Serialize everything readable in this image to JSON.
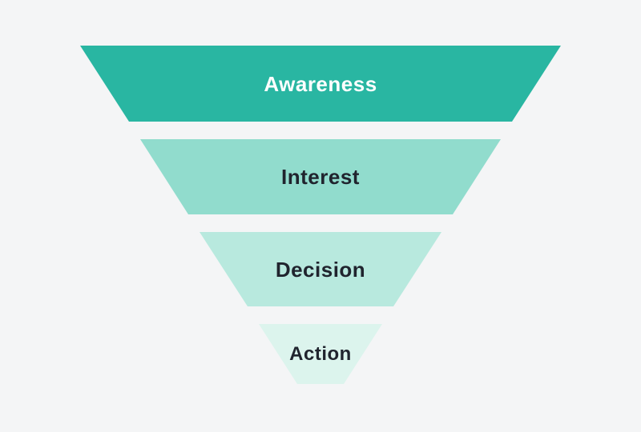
{
  "background_color": "#f4f5f6",
  "funnel": {
    "title": "",
    "type": "funnel-diagram",
    "stages": [
      {
        "label": "Awareness",
        "color": "#29b6a2",
        "text_color": "#ffffff"
      },
      {
        "label": "Interest",
        "color": "#91dccd",
        "text_color": "#20242e"
      },
      {
        "label": "Decision",
        "color": "#b8e9de",
        "text_color": "#20242e"
      },
      {
        "label": "Action",
        "color": "#dcf4ed",
        "text_color": "#20242e"
      }
    ]
  }
}
